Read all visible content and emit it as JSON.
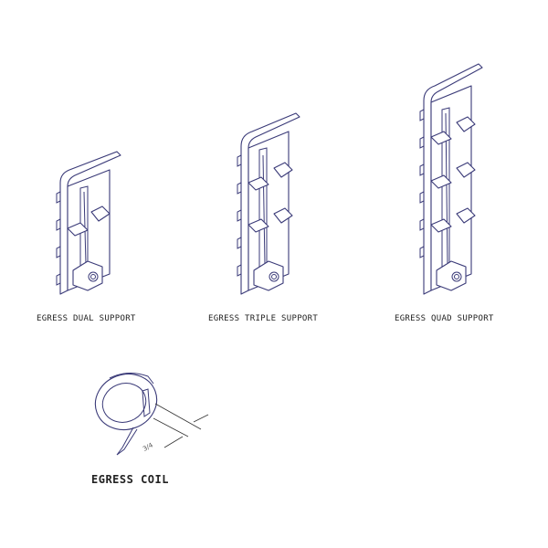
{
  "figures": [
    {
      "id": "dual",
      "label": "EGRESS DUAL SUPPORT",
      "brackets": 2
    },
    {
      "id": "triple",
      "label": "EGRESS TRIPLE SUPPORT",
      "brackets": 4
    },
    {
      "id": "quad",
      "label": "EGRESS QUAD SUPPORT",
      "brackets": 6
    }
  ],
  "coil": {
    "label": "EGRESS COIL",
    "dimension": "3/4"
  },
  "colors": {
    "line": "#3a3a78",
    "text": "#222222",
    "background": "#ffffff"
  }
}
